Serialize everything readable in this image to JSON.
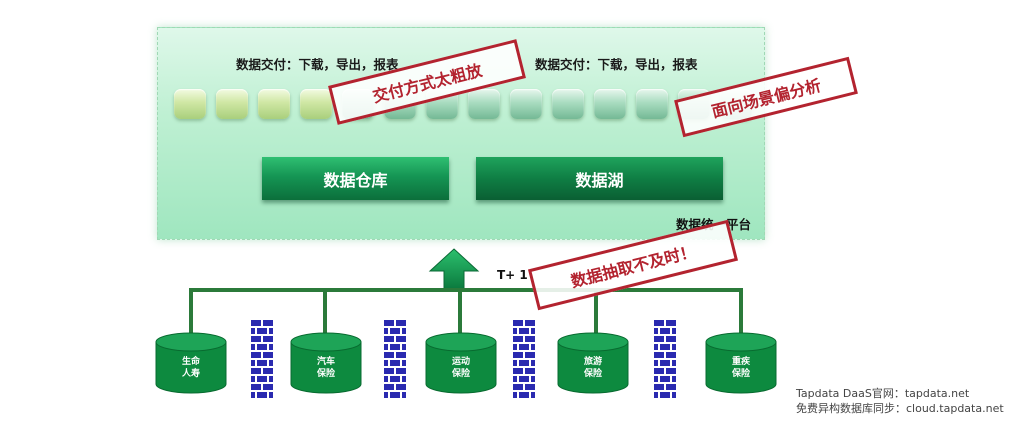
{
  "platform": {
    "deliver_left": "数据交付：下载，导出，报表",
    "deliver_right": "数据交付：下载，导出，报表",
    "warehouse": "数据仓库",
    "lake": "数据湖",
    "label": "数据统一平台"
  },
  "stamps": {
    "delivery": "交付方式太粗放",
    "scene": "面向场景偏分析",
    "extract": "数据抽取不及时！"
  },
  "flow": {
    "t1": "T+ 1"
  },
  "databases": [
    {
      "label": "生命\n人寿"
    },
    {
      "label": "汽车\n保险"
    },
    {
      "label": "运动\n保险"
    },
    {
      "label": "旅游\n保险"
    },
    {
      "label": "重疾\n保险"
    }
  ],
  "watermark": {
    "line1": "Tapdata DaaS官网：tapdata.net",
    "line2": "免费异构数据库同步：cloud.tapdata.net"
  },
  "colors": {
    "platform_green": "#9fe6bf",
    "box_green": "#159554",
    "stamp_red": "#b3232f",
    "line_green": "#2b7a3a",
    "wall_blue": "#2a2ab0"
  }
}
